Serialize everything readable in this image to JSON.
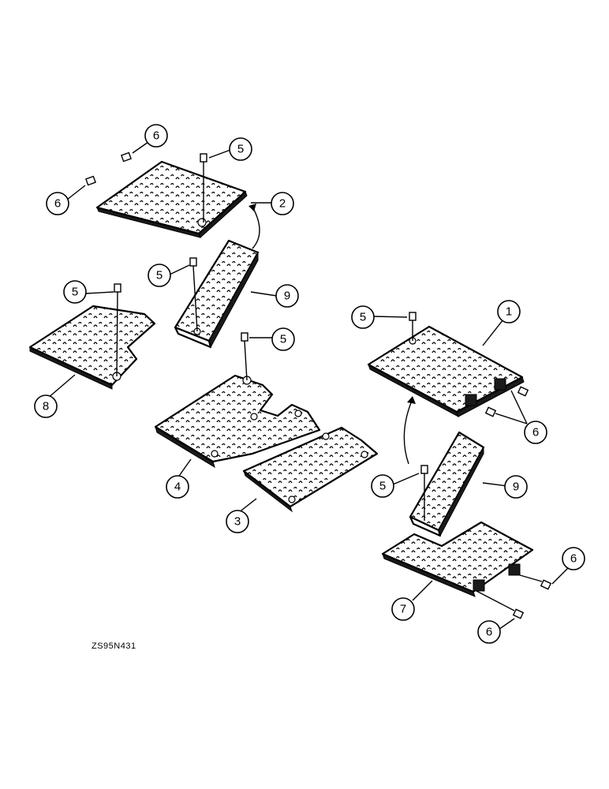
{
  "figure_id": "ZS95N431",
  "callouts": [
    {
      "label": "6"
    },
    {
      "label": "5"
    },
    {
      "label": "6"
    },
    {
      "label": "2"
    },
    {
      "label": "5"
    },
    {
      "label": "9"
    },
    {
      "label": "5"
    },
    {
      "label": "8"
    },
    {
      "label": "5"
    },
    {
      "label": "4"
    },
    {
      "label": "3"
    },
    {
      "label": "5"
    },
    {
      "label": "1"
    },
    {
      "label": "6"
    },
    {
      "label": "5"
    },
    {
      "label": "9"
    },
    {
      "label": "6"
    },
    {
      "label": "7"
    },
    {
      "label": "6"
    }
  ]
}
